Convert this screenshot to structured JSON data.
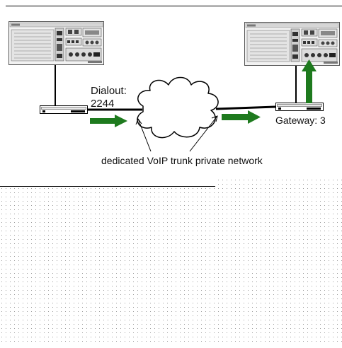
{
  "diagram": {
    "dialout_label": "Dialout:",
    "dialout_number": "2244",
    "gateway_label": "Gateway: 3",
    "network_label": "dedicated VoIP trunk private network"
  },
  "colors": {
    "arrow": "#1e7a1e",
    "line": "#000000",
    "dots": "#9a9a9a",
    "chassis": "#e6e6e6"
  },
  "icons": {
    "left_server": "server-chassis-icon",
    "right_server": "server-chassis-icon",
    "left_router": "router-icon",
    "right_router": "router-icon",
    "cloud": "network-cloud-icon"
  }
}
